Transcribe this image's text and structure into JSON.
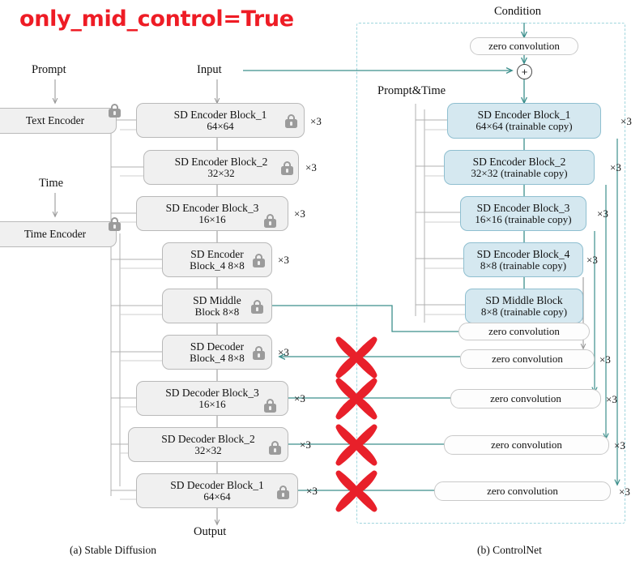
{
  "title": "only_mid_control=True",
  "colors": {
    "title_red": "#ee1c25",
    "teal_arrow": "#3c8f8c",
    "grey_arrow": "#9a9a9a",
    "trainable_blue": "#d5e8f0",
    "locked_grey": "#f0f0f0",
    "dashed_border": "#9fd5dd",
    "cross_red": "#e8202a"
  },
  "labels": {
    "prompt": "Prompt",
    "time": "Time",
    "input": "Input",
    "output": "Output",
    "condition": "Condition",
    "prompt_and_time": "Prompt&Time"
  },
  "captions": {
    "left": "(a) Stable Diffusion",
    "right": "(b) ControlNet"
  },
  "repeat_marker": "×3",
  "plus_symbol": "+",
  "stable_diffusion": {
    "encoders": [
      {
        "name": "text-encoder",
        "line1": "Text Encoder",
        "line2": "",
        "locked": true
      },
      {
        "name": "time-encoder",
        "line1": "Time Encoder",
        "line2": "",
        "locked": true
      }
    ],
    "blocks": [
      {
        "name": "sd-encoder-block-1",
        "line1": "SD Encoder Block_1",
        "line2": "64×64",
        "locked": true,
        "repeat": "×3"
      },
      {
        "name": "sd-encoder-block-2",
        "line1": "SD Encoder Block_2",
        "line2": "32×32",
        "locked": true,
        "repeat": "×3"
      },
      {
        "name": "sd-encoder-block-3",
        "line1": "SD Encoder Block_3",
        "line2": "16×16",
        "locked": true,
        "repeat": "×3"
      },
      {
        "name": "sd-encoder-block-4",
        "line1": "SD Encoder",
        "line2": "Block_4 8×8",
        "locked": true,
        "repeat": "×3"
      },
      {
        "name": "sd-middle-block",
        "line1": "SD Middle",
        "line2": "Block 8×8",
        "locked": true,
        "repeat": ""
      },
      {
        "name": "sd-decoder-block-4",
        "line1": "SD Decoder",
        "line2": "Block_4 8×8",
        "locked": true,
        "repeat": "×3"
      },
      {
        "name": "sd-decoder-block-3",
        "line1": "SD Decoder Block_3",
        "line2": "16×16",
        "locked": true,
        "repeat": "×3"
      },
      {
        "name": "sd-decoder-block-2",
        "line1": "SD Decoder Block_2",
        "line2": "32×32",
        "locked": true,
        "repeat": "×3"
      },
      {
        "name": "sd-decoder-block-1",
        "line1": "SD Decoder Block_1",
        "line2": "64×64",
        "locked": true,
        "repeat": "×3"
      }
    ]
  },
  "controlnet": {
    "zero_conv_top": {
      "name": "zero-convolution-condition",
      "label": "zero convolution"
    },
    "blocks": [
      {
        "name": "cn-encoder-block-1",
        "line1": "SD Encoder Block_1",
        "line2": "64×64 (trainable copy)",
        "repeat": "×3"
      },
      {
        "name": "cn-encoder-block-2",
        "line1": "SD Encoder Block_2",
        "line2": "32×32 (trainable copy)",
        "repeat": "×3"
      },
      {
        "name": "cn-encoder-block-3",
        "line1": "SD Encoder Block_3",
        "line2": "16×16 (trainable copy)",
        "repeat": "×3"
      },
      {
        "name": "cn-encoder-block-4",
        "line1": "SD Encoder Block_4",
        "line2": "8×8 (trainable copy)",
        "repeat": "×3"
      },
      {
        "name": "cn-middle-block",
        "line1": "SD Middle Block",
        "line2": "8×8 (trainable copy)",
        "repeat": ""
      }
    ],
    "zero_convolutions": [
      {
        "name": "zero-convolution-middle",
        "label": "zero convolution",
        "repeat": ""
      },
      {
        "name": "zero-convolution-dec-4",
        "label": "zero convolution",
        "repeat": "×3"
      },
      {
        "name": "zero-convolution-dec-3",
        "label": "zero convolution",
        "repeat": "×3"
      },
      {
        "name": "zero-convolution-dec-2",
        "label": "zero convolution",
        "repeat": "×3"
      },
      {
        "name": "zero-convolution-dec-1",
        "label": "zero convolution",
        "repeat": "×3"
      }
    ],
    "crossed_out_connections": 4
  }
}
